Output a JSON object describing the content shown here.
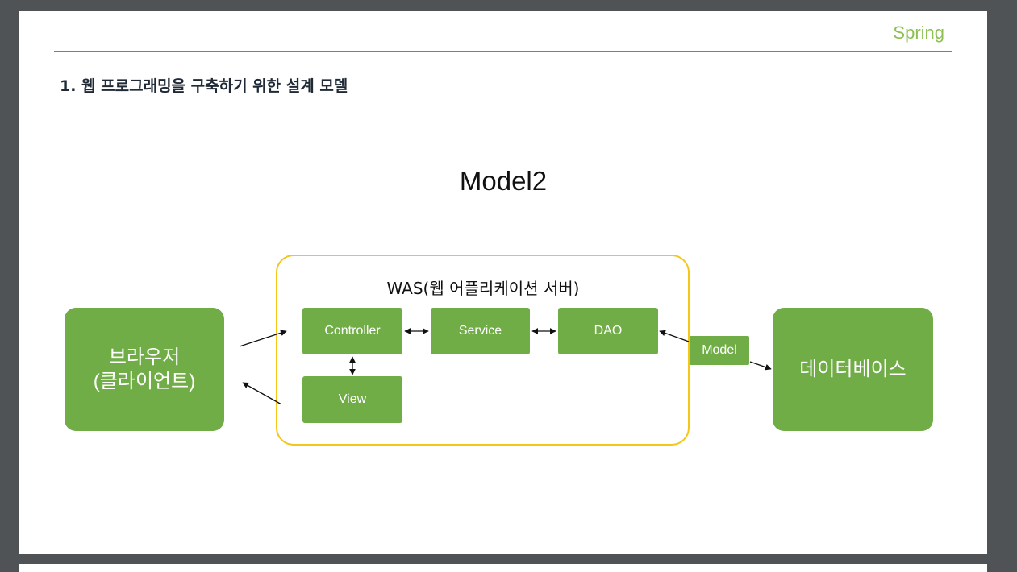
{
  "header": {
    "brand": "Spring",
    "heading": "1.  웹 프로그래밍을 구축하기 위한 설계 모델"
  },
  "diagram": {
    "title": "Model2",
    "client": {
      "line1": "브라우저",
      "line2": "(클라이언트)"
    },
    "was": {
      "label": "WAS(웹 어플리케이션 서버)",
      "controller": "Controller",
      "service": "Service",
      "dao": "DAO",
      "view": "View"
    },
    "model": "Model",
    "database": "데이터베이스"
  },
  "colors": {
    "accent_green": "#70ad47",
    "brand_green": "#8cc152",
    "rule_green": "#2faa5f",
    "was_border": "#f5c518"
  }
}
